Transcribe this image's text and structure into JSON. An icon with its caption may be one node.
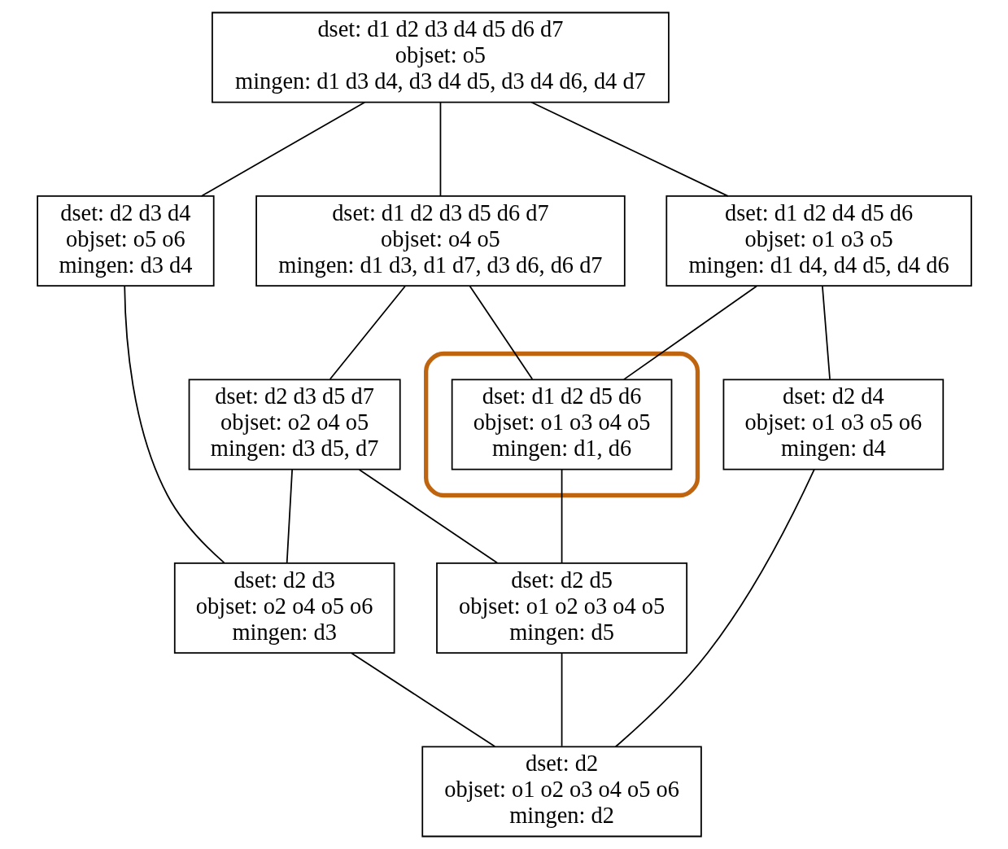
{
  "diagram": {
    "nodes": [
      {
        "text": [
          "dset: d1 d2 d3 d4 d5 d6 d7",
          "objset: o5",
          "mingen: d1 d3 d4, d3 d4 d5, d3 d4 d6, d4 d7"
        ]
      },
      {
        "text": [
          "dset: d2 d3 d4",
          "objset: o5 o6",
          "mingen: d3 d4"
        ]
      },
      {
        "text": [
          "dset: d1 d2 d3 d5 d6 d7",
          "objset: o4 o5",
          "mingen: d1 d3, d1 d7, d3 d6, d6 d7"
        ]
      },
      {
        "text": [
          "dset: d1 d2 d4 d5 d6",
          "objset: o1 o3 o5",
          "mingen: d1 d4, d4 d5, d4 d6"
        ]
      },
      {
        "text": [
          "dset: d2 d3 d5 d7",
          "objset: o2 o4 o5",
          "mingen: d3 d5, d7"
        ]
      },
      {
        "text": [],
        "shape": "ellipse"
      },
      {
        "text": [
          "dset: d1 d2 d5 d6",
          "objset: o1 o3 o4 o5",
          "mingen: d1, d6"
        ],
        "in": 5
      },
      {
        "text": [
          "dset: d2 d3",
          "objset: o2 o4 o5 o6",
          "mingen: d3"
        ]
      },
      {
        "text": [
          "dset: d2 d5",
          "objset: o1 o2 o3 o4 o5",
          "mingen: d5"
        ]
      },
      {
        "text": [
          "dset: d2 d4",
          "objset: o1 o3 o5 o6",
          "mingen: d4"
        ]
      },
      {
        "text": [
          "dset: d2",
          "objset: o1 o2 o3 o4 o5 o6",
          "mingen: d2"
        ]
      }
    ],
    "edges": [
      {
        "from": 0,
        "to": 1,
        "arrow": "none"
      },
      {
        "from": 0,
        "to": 2,
        "arrow": "none"
      },
      {
        "from": 0,
        "to": 3,
        "arrow": "none"
      },
      {
        "from": 1,
        "to": 7,
        "arrow": "none"
      },
      {
        "from": 2,
        "to": 4,
        "arrow": "none"
      },
      {
        "from": 2,
        "to": 6,
        "arrow": "none"
      },
      {
        "from": 3,
        "to": 6,
        "arrow": "none"
      },
      {
        "from": 3,
        "to": 9,
        "arrow": "none"
      },
      {
        "from": 4,
        "to": 7,
        "arrow": "none"
      },
      {
        "from": 4,
        "to": 8,
        "arrow": "none"
      },
      {
        "from": 6,
        "to": 8,
        "arrow": "none"
      },
      {
        "from": 7,
        "to": 10,
        "arrow": "none"
      },
      {
        "from": 8,
        "to": 10,
        "arrow": "none"
      },
      {
        "from": 9,
        "to": 10,
        "arrow": "none"
      }
    ]
  }
}
